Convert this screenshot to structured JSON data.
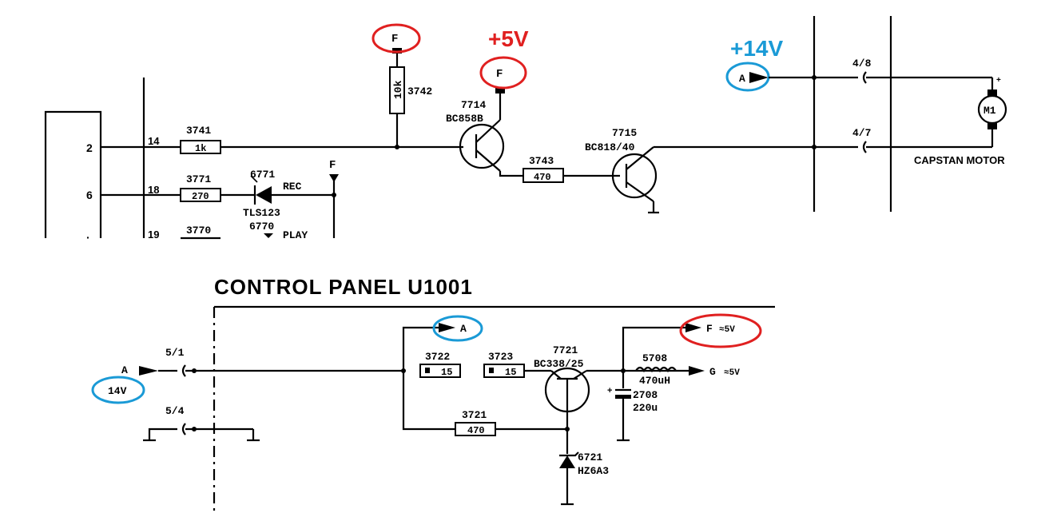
{
  "top_schematic": {
    "connector_pins": [
      "2",
      "6"
    ],
    "lines": [
      "14",
      "18",
      "19"
    ],
    "resistors": [
      {
        "ref": "3741",
        "value": "1k"
      },
      {
        "ref": "3771",
        "value": "270"
      },
      {
        "ref": "3770",
        "value": ""
      },
      {
        "ref": "3742",
        "value": "10k"
      },
      {
        "ref": "3743",
        "value": "470"
      }
    ],
    "leds": [
      {
        "ref": "6771",
        "type": "TLS123",
        "label": "REC"
      },
      {
        "ref": "6770",
        "label": "PLAY"
      }
    ],
    "transistors": [
      {
        "ref": "7714",
        "type": "BC858B"
      },
      {
        "ref": "7715",
        "type": "BC818/40"
      }
    ],
    "supply_flags": {
      "f1": "F",
      "f2": "F",
      "f3": "F",
      "a": "A"
    },
    "connectors": [
      "4/8",
      "4/7"
    ],
    "motor": {
      "label": "M1",
      "name": "CAPSTAN MOTOR",
      "plus": "+"
    }
  },
  "annotations": {
    "plus5v": "+5V",
    "plus14v": "+14V"
  },
  "bottom_schematic": {
    "title": "CONTROL PANEL U1001",
    "input": {
      "flag": "A",
      "voltage": "14V"
    },
    "connectors": [
      "5/1",
      "5/4"
    ],
    "resistors": [
      {
        "ref": "3722",
        "value": "15"
      },
      {
        "ref": "3723",
        "value": "15"
      },
      {
        "ref": "3721",
        "value": "470"
      }
    ],
    "transistor": {
      "ref": "7721",
      "type": "BC338/25"
    },
    "zener": {
      "ref": "6721",
      "type": "HZ6A3"
    },
    "capacitor": {
      "ref": "2708",
      "value": "220u",
      "plus": "+"
    },
    "inductor": {
      "ref": "5708",
      "value": "470uH"
    },
    "outputs": {
      "a": "A",
      "f_flag": "F",
      "f_volt": "≈5V",
      "g_flag": "G",
      "g_volt": "≈5V"
    }
  }
}
